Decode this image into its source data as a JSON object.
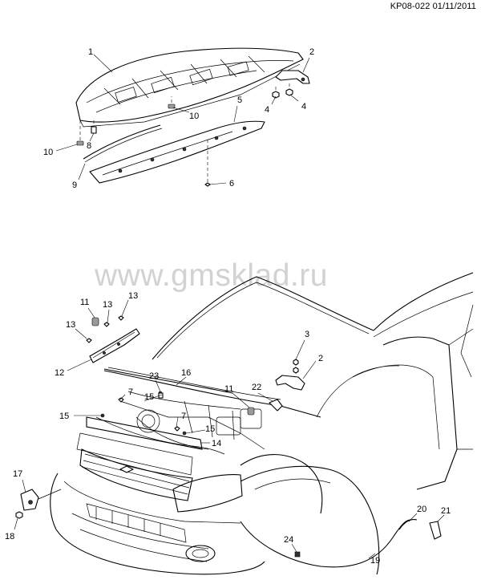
{
  "header": {
    "ref": "KP08-022 01/11/2011"
  },
  "watermark": "www.gmsklad.ru",
  "top_callouts": {
    "c1": "1",
    "c2": "2",
    "c4a": "4",
    "c4b": "4",
    "c5": "5",
    "c6": "6",
    "c8": "8",
    "c9": "9",
    "c10a": "10",
    "c10b": "10"
  },
  "bottom_callouts": {
    "c2": "2",
    "c3": "3",
    "c7a": "7",
    "c7b": "7",
    "c11a": "11",
    "c11b": "11",
    "c12": "12",
    "c13a": "13",
    "c13b": "13",
    "c13c": "13",
    "c14": "14",
    "c15a": "15",
    "c15b": "15",
    "c15c": "15",
    "c16": "16",
    "c17": "17",
    "c18": "18",
    "c19": "19",
    "c20": "20",
    "c21": "21",
    "c22": "22",
    "c23": "23",
    "c24": "24"
  }
}
